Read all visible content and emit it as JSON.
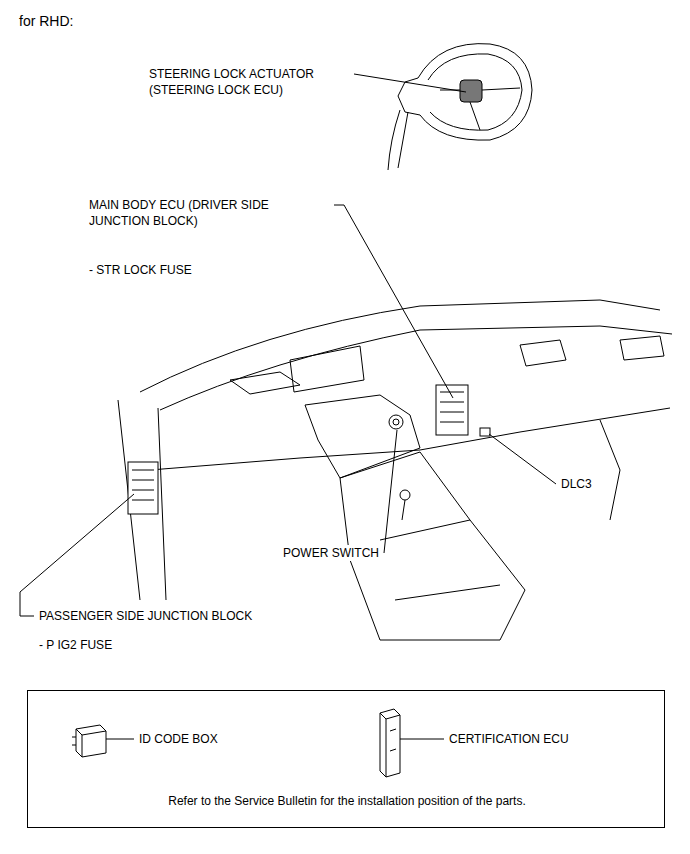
{
  "diagram": {
    "title": "for RHD:",
    "nodes": [
      {
        "text": [
          "ID CODE BOX",
          "CERTIFICATION ECU",
          "Refer to the Service Bulletin for the installation position of the parts."
        ]
      }
    ],
    "labels": [
      "STEERING LOCK ACTUATOR (STEERING LOCK ECU)",
      "MAIN BODY ECU (DRIVER SIDE JUNCTION BLOCK)",
      "- STR LOCK FUSE",
      "DLC3",
      "POWER SWITCH",
      "PASSENGER SIDE JUNCTION BLOCK",
      "- P IG2 FUSE"
    ]
  }
}
